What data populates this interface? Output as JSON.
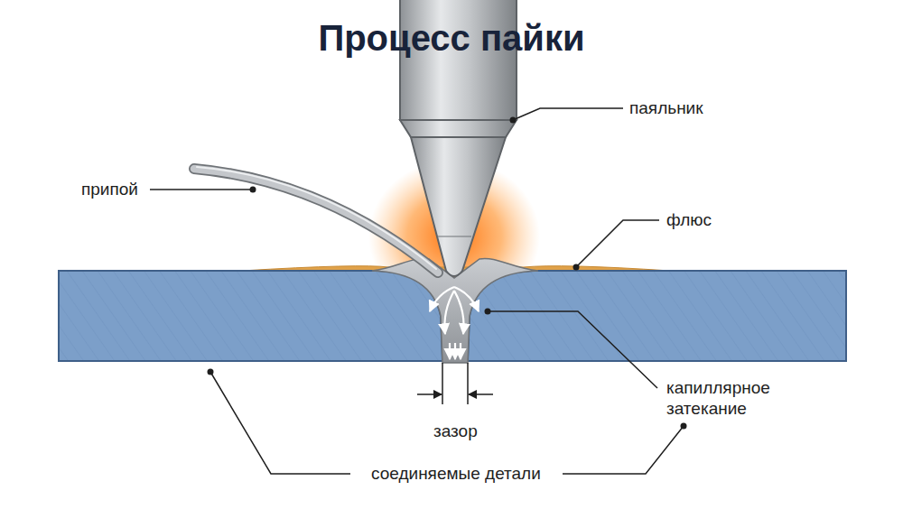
{
  "diagram": {
    "title": "Процесс пайки",
    "labels": [
      "паяльник",
      "припой",
      "флюс",
      "капиллярное затекание",
      "зазор",
      "соединяемые детали"
    ]
  }
}
